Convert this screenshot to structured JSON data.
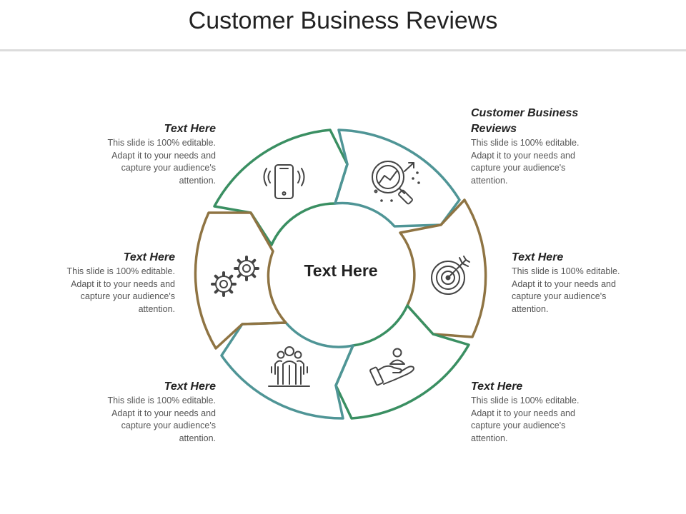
{
  "title": "Customer Business Reviews",
  "center_label": "Text Here",
  "colors": {
    "green": "#3a8f62",
    "teal": "#4f9596",
    "brown": "#8f7443",
    "icon": "#444444"
  },
  "segments": [
    {
      "id": "top-left",
      "color": "green",
      "icon": "smartphone-icon"
    },
    {
      "id": "top-right",
      "color": "teal",
      "icon": "magnifier-analytics-icon"
    },
    {
      "id": "right",
      "color": "brown",
      "icon": "target-icon"
    },
    {
      "id": "bottom-right",
      "color": "green",
      "icon": "hand-person-icon"
    },
    {
      "id": "bottom",
      "color": "teal",
      "icon": "team-icon"
    },
    {
      "id": "left",
      "color": "brown",
      "icon": "gears-icon"
    }
  ],
  "blocks": {
    "top_left": {
      "heading": "Text Here",
      "body": "This slide is 100% editable. Adapt it to your needs and capture your audience's attention."
    },
    "top_right": {
      "heading": "Customer Business Reviews",
      "body": "This slide is 100% editable. Adapt it to your needs and capture your audience's attention."
    },
    "mid_left": {
      "heading": "Text Here",
      "body": "This slide is 100% editable. Adapt it to your needs and capture your audience's attention."
    },
    "mid_right": {
      "heading": "Text Here",
      "body": "This slide is 100% editable. Adapt it to your needs and capture your audience's attention."
    },
    "bottom_left": {
      "heading": "Text Here",
      "body": "This slide is 100% editable. Adapt it to your needs and capture your audience's attention."
    },
    "bottom_right": {
      "heading": "Text Here",
      "body": "This slide is 100% editable. Adapt it to your needs and capture your audience's attention."
    }
  }
}
